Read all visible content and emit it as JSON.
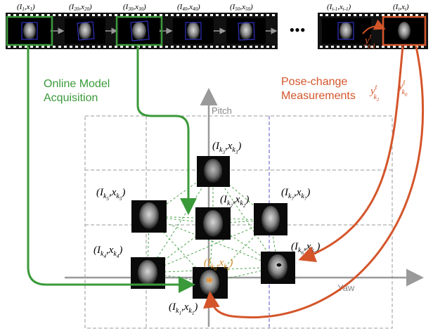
{
  "filmstrip": {
    "frames": [
      {
        "label": "(I1,x1)",
        "I": "1",
        "x": "1"
      },
      {
        "label": "(I20,x20)",
        "I": "20",
        "x": "20"
      },
      {
        "label": "(I30,x30)",
        "I": "30",
        "x": "30"
      },
      {
        "label": "(I40,x40)",
        "I": "40",
        "x": "40"
      },
      {
        "label": "(I50,x50)",
        "I": "50",
        "x": "50"
      },
      {
        "label": "(It-1,xt-1)",
        "I": "t-1",
        "x": "t-1"
      },
      {
        "label": "(It,xt)",
        "I": "t",
        "x": "t"
      }
    ],
    "ellipsis": "•••"
  },
  "annotations": {
    "online_model": [
      "Online Model",
      "Acquisition"
    ],
    "pose_change": [
      "Pose-change",
      "Measurements"
    ],
    "y_prev": {
      "base": "y",
      "sup": "t",
      "sub": "t-1"
    },
    "y_k2": {
      "base": "y",
      "sup": "t",
      "sub": "k",
      "subsub": "2"
    },
    "y_k0": {
      "base": "y",
      "sup": "t",
      "sub": "k",
      "subsub": "0"
    }
  },
  "axes": {
    "pitch": "Pitch",
    "yaw": "Yaw"
  },
  "keyframes": [
    {
      "id": "k3",
      "I": "k",
      "Isub": "3",
      "x": "k",
      "xsub": "3"
    },
    {
      "id": "k5",
      "I": "k",
      "Isub": "5",
      "x": "k",
      "xsub": "5"
    },
    {
      "id": "k2",
      "I": "k",
      "Isub": "2",
      "x": "k",
      "xsub": "2"
    },
    {
      "id": "k7",
      "I": "k",
      "Isub": "7",
      "x": "k",
      "xsub": "7"
    },
    {
      "id": "k4",
      "I": "k",
      "Isub": "4",
      "x": "k",
      "xsub": "4"
    },
    {
      "id": "k6",
      "I": "k",
      "Isub": "6",
      "x": "k",
      "xsub": "6"
    },
    {
      "id": "k0",
      "I": "k",
      "Isub": "0",
      "x": "k",
      "xsub": "0"
    },
    {
      "id": "k1",
      "I": "k",
      "Isub": "1",
      "x": "k",
      "xsub": "1"
    }
  ],
  "colors": {
    "green": "#3a9a3a",
    "orange": "#d4552a",
    "grid": "#9a9a9a",
    "axis": "#9a9a9a",
    "film": "#111111",
    "blue_box": "#3030c0"
  }
}
